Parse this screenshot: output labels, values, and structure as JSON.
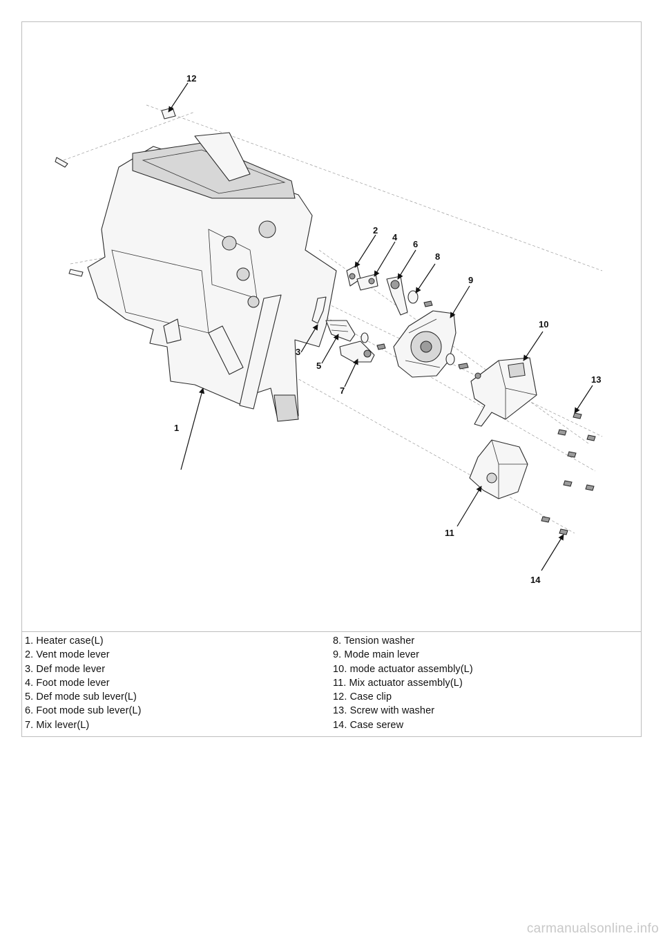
{
  "diagram": {
    "callouts": [
      "1",
      "2",
      "3",
      "4",
      "5",
      "6",
      "7",
      "8",
      "9",
      "10",
      "11",
      "12",
      "13",
      "14"
    ]
  },
  "legend": {
    "left": [
      "1. Heater case(L)",
      "2. Vent mode lever",
      "3. Def mode lever",
      "4. Foot mode lever",
      "5. Def mode sub lever(L)",
      "6. Foot mode sub lever(L)",
      "7. Mix lever(L)"
    ],
    "right": [
      "8. Tension washer",
      "9. Mode main lever",
      "10. mode actuator assembly(L)",
      "11. Mix actuator assembly(L)",
      "12. Case clip",
      "13. Screw with washer",
      "14. Case serew"
    ]
  },
  "watermark": "carmanualsonline.info"
}
